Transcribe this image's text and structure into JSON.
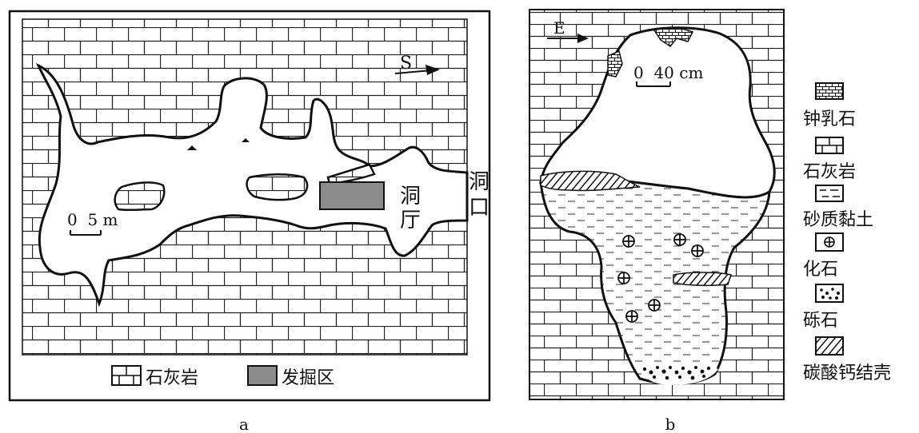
{
  "panel_a": {
    "label": "a",
    "direction_label": "S",
    "scale_label": "0  5 m",
    "hall_label_1": "洞",
    "hall_label_2": "厅",
    "mouth_label_1": "洞",
    "mouth_label_2": "口",
    "legend": [
      {
        "symbol": "limestone",
        "label": "石灰岩"
      },
      {
        "symbol": "excavation",
        "label": "发掘区"
      }
    ]
  },
  "panel_b": {
    "label": "b",
    "direction_label": "E",
    "scale_label": "0  40 cm",
    "legend": [
      {
        "symbol": "stalactite",
        "label": "钟乳石"
      },
      {
        "symbol": "limestone",
        "label": "石灰岩"
      },
      {
        "symbol": "sandy-clay",
        "label": "砂质黏土"
      },
      {
        "symbol": "fossil",
        "label": "化石"
      },
      {
        "symbol": "gravel",
        "label": "砾石"
      },
      {
        "symbol": "calcium-carbonate-crust",
        "label": "碳酸钙结壳"
      }
    ]
  },
  "colors": {
    "line": "#111111",
    "excavation_fill": "#8c8c8c",
    "background": "#ffffff"
  }
}
